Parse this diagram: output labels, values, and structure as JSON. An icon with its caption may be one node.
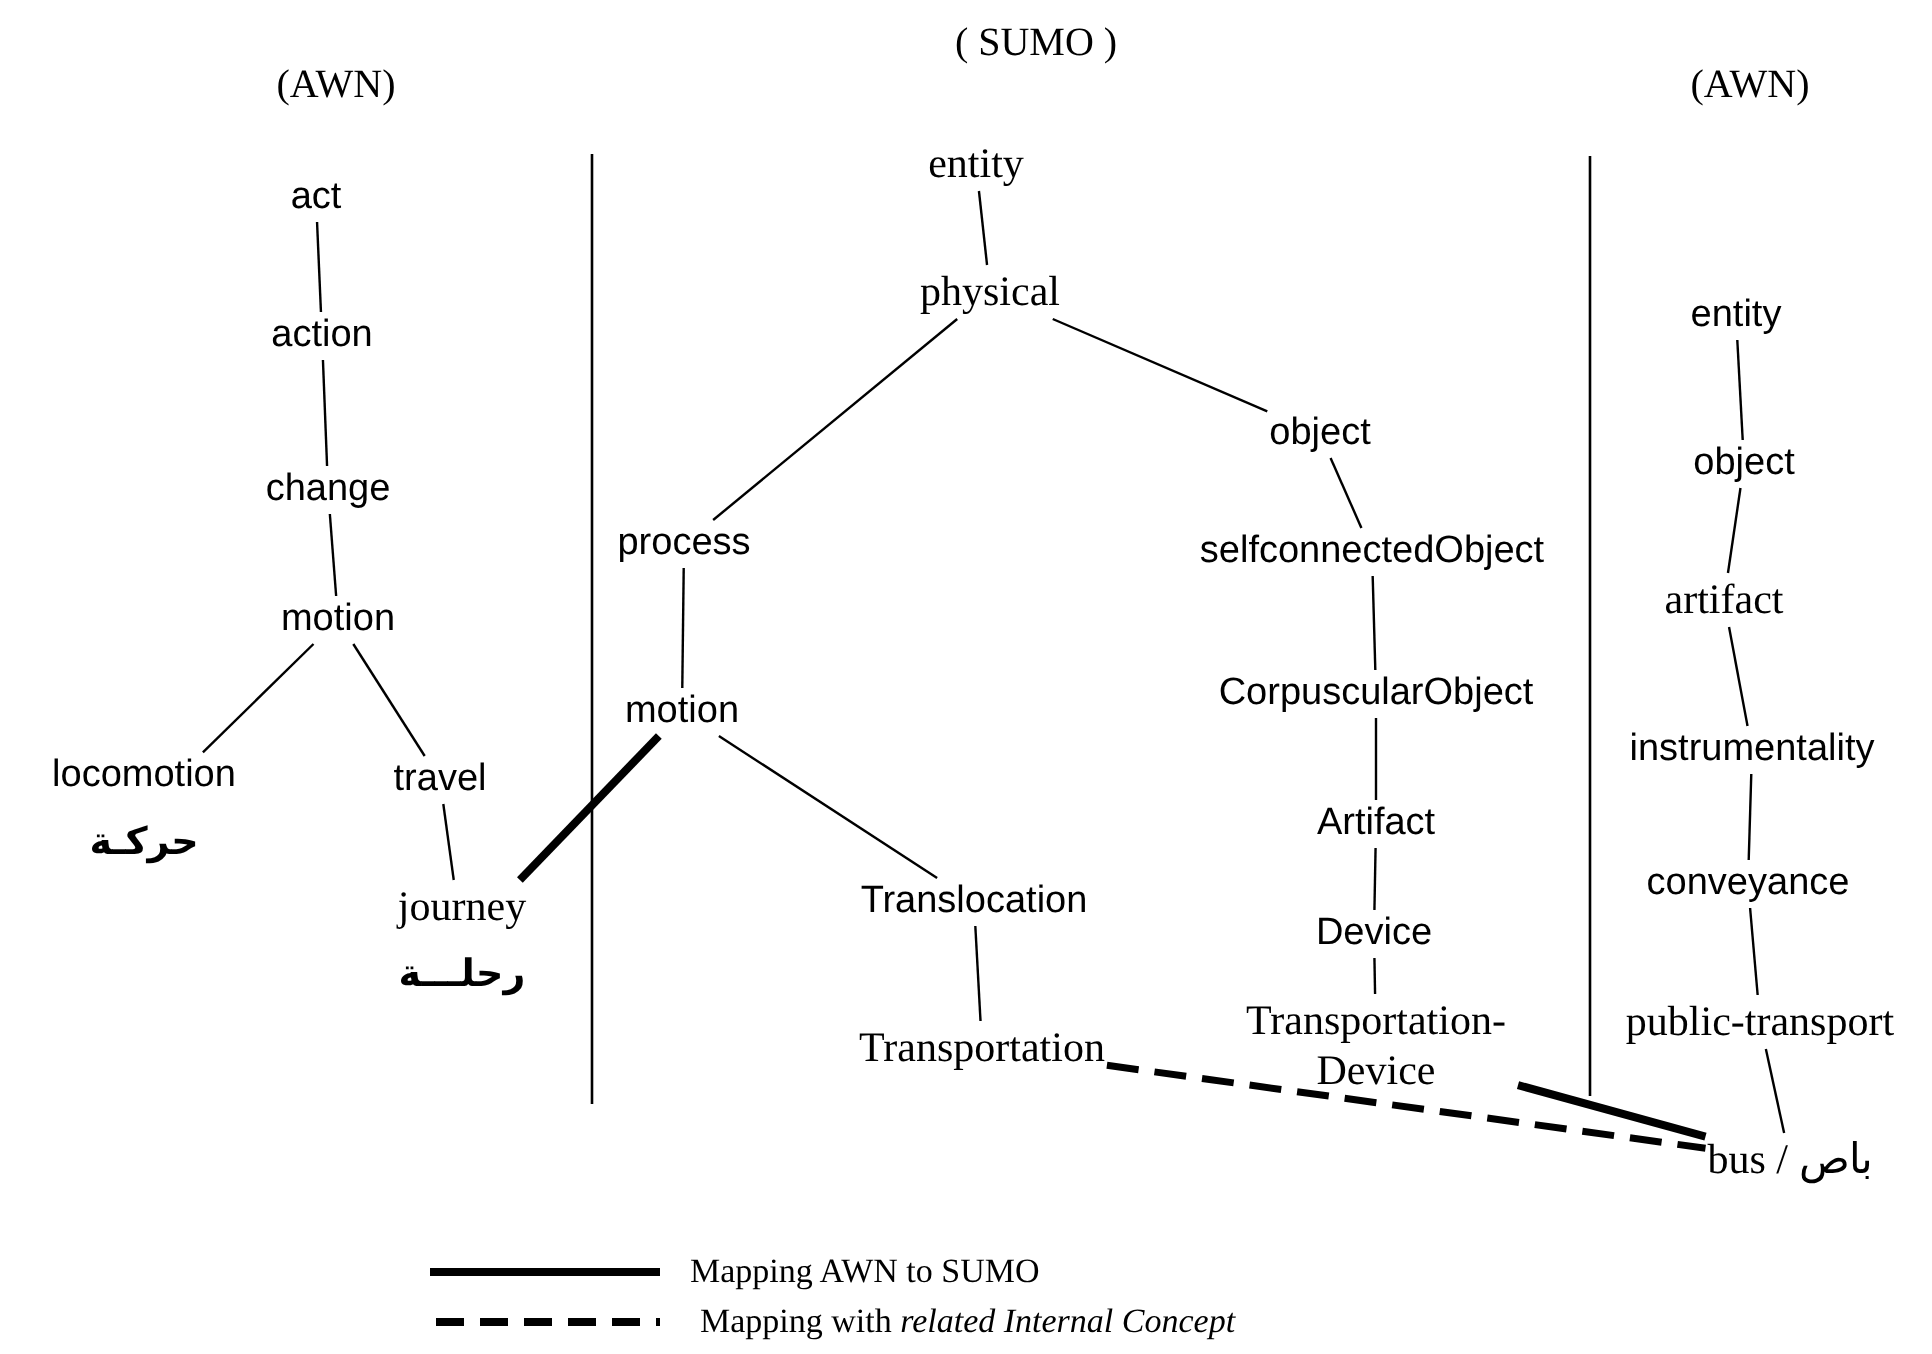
{
  "diagram": {
    "nodes": [
      {
        "text": [
          "act"
        ]
      },
      {
        "text": [
          "action"
        ]
      },
      {
        "text": [
          "change"
        ]
      },
      {
        "text": [
          "motion"
        ]
      },
      {
        "text": [
          "locomotion",
          "حركـة"
        ]
      },
      {
        "text": [
          "travel"
        ]
      },
      {
        "text": [
          "journey",
          "رحلـــة"
        ]
      },
      {
        "text": [
          "entity"
        ]
      },
      {
        "text": [
          "physical"
        ]
      },
      {
        "text": [
          "object"
        ]
      },
      {
        "text": [
          "process"
        ]
      },
      {
        "text": [
          "selfconnectedObject"
        ]
      },
      {
        "text": [
          "motion"
        ]
      },
      {
        "text": [
          "CorpuscularObject"
        ]
      },
      {
        "text": [
          "Artifact"
        ]
      },
      {
        "text": [
          "Translocation"
        ]
      },
      {
        "text": [
          "Device"
        ]
      },
      {
        "text": [
          "Transportation- Device"
        ]
      },
      {
        "text": [
          "Transportation"
        ]
      },
      {
        "text": [
          "entity"
        ]
      },
      {
        "text": [
          "object"
        ]
      },
      {
        "text": [
          "artifact"
        ]
      },
      {
        "text": [
          "instrumentality"
        ]
      },
      {
        "text": [
          "conveyance"
        ]
      },
      {
        "text": [
          "public-transport"
        ]
      },
      {
        "text": [
          "bus / باص"
        ]
      }
    ],
    "edges": [
      {
        "from": 0,
        "to": 1,
        "arrow": "none"
      },
      {
        "from": 1,
        "to": 2,
        "arrow": "none"
      },
      {
        "from": 2,
        "to": 3,
        "arrow": "none"
      },
      {
        "from": 3,
        "to": 4,
        "arrow": "none"
      },
      {
        "from": 3,
        "to": 5,
        "arrow": "none"
      },
      {
        "from": 5,
        "to": 6,
        "arrow": "none"
      },
      {
        "from": 6,
        "to": 12,
        "arrow": "none",
        "style": "thick"
      },
      {
        "from": 7,
        "to": 8,
        "arrow": "none"
      },
      {
        "from": 8,
        "to": 10,
        "arrow": "none"
      },
      {
        "from": 8,
        "to": 9,
        "arrow": "none"
      },
      {
        "from": 10,
        "to": 12,
        "arrow": "none"
      },
      {
        "from": 12,
        "to": 15,
        "arrow": "none"
      },
      {
        "from": 15,
        "to": 18,
        "arrow": "none"
      },
      {
        "from": 9,
        "to": 11,
        "arrow": "none"
      },
      {
        "from": 11,
        "to": 13,
        "arrow": "none"
      },
      {
        "from": 13,
        "to": 14,
        "arrow": "none"
      },
      {
        "from": 14,
        "to": 16,
        "arrow": "none"
      },
      {
        "from": 16,
        "to": 17,
        "arrow": "none"
      },
      {
        "from": 19,
        "to": 20,
        "arrow": "none"
      },
      {
        "from": 20,
        "to": 21,
        "arrow": "none"
      },
      {
        "from": 21,
        "to": 22,
        "arrow": "none"
      },
      {
        "from": 22,
        "to": 23,
        "arrow": "none"
      },
      {
        "from": 23,
        "to": 24,
        "arrow": "none"
      },
      {
        "from": 24,
        "to": 25,
        "arrow": "none"
      },
      {
        "from": 18,
        "to": 25,
        "arrow": "none",
        "style": "dashed"
      },
      {
        "from": 17,
        "to": 25,
        "arrow": "none",
        "style": "thick"
      }
    ],
    "labels": [
      "(AWN)",
      "( SUMO )",
      "(AWN)"
    ],
    "legend": [
      {
        "text": "Mapping AWN to SUMO"
      },
      {
        "text": "Mapping with *related Internal Concept*"
      }
    ]
  }
}
